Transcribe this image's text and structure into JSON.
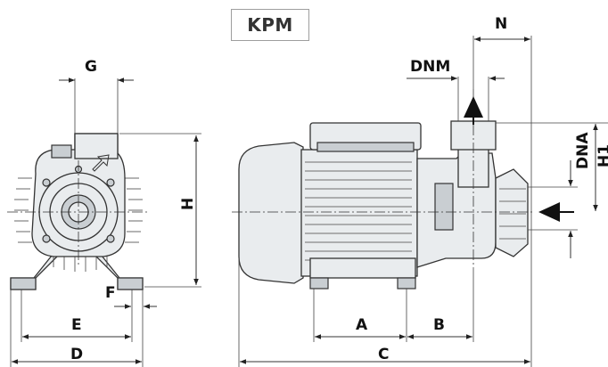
{
  "title": "KPM",
  "dimension_labels": {
    "G": "G",
    "H": "H",
    "F": "F",
    "E": "E",
    "D": "D",
    "N": "N",
    "DNM": "DNM",
    "DNA": "DNA",
    "H1": "H1",
    "A": "A",
    "B": "B",
    "C": "C"
  },
  "colors": {
    "line": "#333333",
    "fill": "#e9ecee",
    "title_border": "#9e9e9e"
  }
}
